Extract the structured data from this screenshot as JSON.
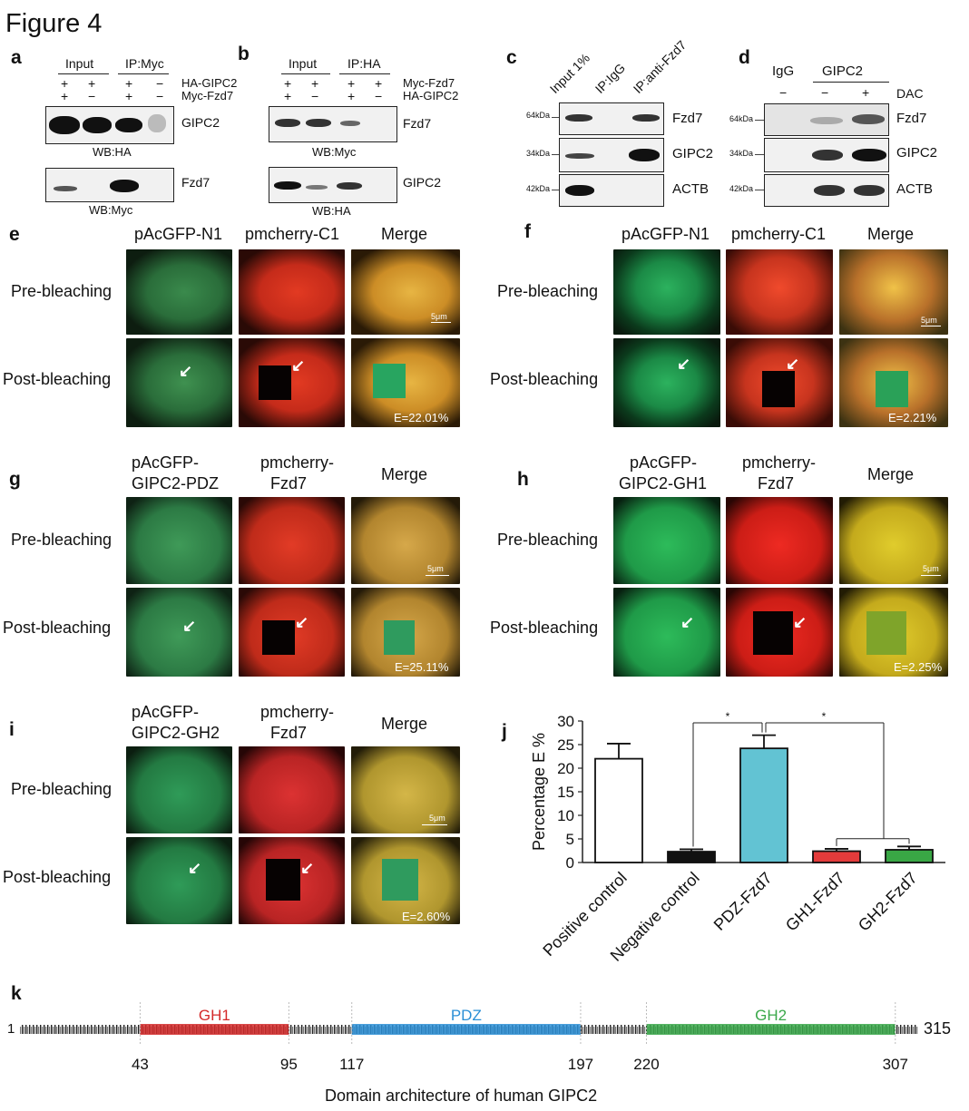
{
  "figure_title": "Figure 4",
  "panels": {
    "a": {
      "label": "a",
      "col_headers": [
        "Input",
        "IP:Myc"
      ],
      "rows": [
        {
          "name": "HA-GIPC2",
          "signs": [
            "+",
            "+",
            "+",
            "−"
          ]
        },
        {
          "name": "Myc-Fzd7",
          "signs": [
            "+",
            "−",
            "+",
            "−"
          ]
        }
      ],
      "blot1_label": "GIPC2",
      "blot1_wb": "WB:HA",
      "blot2_label": "Fzd7",
      "blot2_wb": "WB:Myc"
    },
    "b": {
      "label": "b",
      "col_headers": [
        "Input",
        "IP:HA"
      ],
      "rows": [
        {
          "name": "Myc-Fzd7",
          "signs": [
            "+",
            "+",
            "+",
            "+"
          ]
        },
        {
          "name": "HA-GIPC2",
          "signs": [
            "+",
            "−",
            "+",
            "−"
          ]
        }
      ],
      "blot1_label": "Fzd7",
      "blot1_wb": "WB:Myc",
      "blot2_label": "GIPC2",
      "blot2_wb": "WB:HA"
    },
    "c": {
      "label": "c",
      "lanes": [
        "Input 1%",
        "IP:IgG",
        "IP:anti-Fzd7"
      ],
      "markers": [
        "64kDa",
        "34kDa",
        "42kDa"
      ],
      "bands": [
        "Fzd7",
        "GIPC2",
        "ACTB"
      ]
    },
    "d": {
      "label": "d",
      "headers": [
        "IgG",
        "GIPC2"
      ],
      "dac_label": "DAC",
      "dac_signs": [
        "−",
        "−",
        "+"
      ],
      "markers": [
        "64kDa",
        "34kDa",
        "42kDa"
      ],
      "bands": [
        "Fzd7",
        "GIPC2",
        "ACTB"
      ]
    },
    "e": {
      "label": "e",
      "cols": [
        "pAcGFP-N1",
        "pmcherry-C1",
        "Merge"
      ],
      "rows": [
        "Pre-bleaching",
        "Post-bleaching"
      ],
      "scale": "5μm",
      "efficiency": "E=22.01%"
    },
    "f": {
      "label": "f",
      "cols": [
        "pAcGFP-N1",
        "pmcherry-C1",
        "Merge"
      ],
      "rows": [
        "Pre-bleaching",
        "Post-bleaching"
      ],
      "scale": "5μm",
      "efficiency": "E=2.21%"
    },
    "g": {
      "label": "g",
      "cols": [
        "pAcGFP-",
        "pmcherry-",
        "Merge"
      ],
      "cols2": [
        "GIPC2-PDZ",
        "Fzd7",
        ""
      ],
      "rows": [
        "Pre-bleaching",
        "Post-bleaching"
      ],
      "scale": "5μm",
      "efficiency": "E=25.11%"
    },
    "h": {
      "label": "h",
      "cols": [
        "pAcGFP-",
        "pmcherry-",
        "Merge"
      ],
      "cols2": [
        "GIPC2-GH1",
        "Fzd7",
        ""
      ],
      "rows": [
        "Pre-bleaching",
        "Post-bleaching"
      ],
      "scale": "5μm",
      "efficiency": "E=2.25%"
    },
    "i": {
      "label": "i",
      "cols": [
        "pAcGFP-",
        "pmcherry-",
        "Merge"
      ],
      "cols2": [
        "GIPC2-GH2",
        "Fzd7",
        ""
      ],
      "rows": [
        "Pre-bleaching",
        "Post-bleaching"
      ],
      "scale": "5μm",
      "efficiency": "E=2.60%"
    },
    "j": {
      "label": "j",
      "significance": "*"
    },
    "k": {
      "label": "k",
      "start": "1",
      "end": "315",
      "domains": [
        {
          "name": "GH1",
          "start": 43,
          "end": 95,
          "color": "#d42a2a"
        },
        {
          "name": "PDZ",
          "start": 117,
          "end": 197,
          "color": "#2b8fd6"
        },
        {
          "name": "GH2",
          "start": 220,
          "end": 307,
          "color": "#3aa84a"
        }
      ],
      "positions": [
        "43",
        "95",
        "117",
        "197",
        "220",
        "307"
      ],
      "caption": "Domain architecture of human GIPC2"
    }
  },
  "chart_data": {
    "type": "bar",
    "categories": [
      "Positive control",
      "Negative control",
      "PDZ-Fzd7",
      "GH1-Fzd7",
      "GH2-Fzd7"
    ],
    "values": [
      22,
      2.3,
      24.2,
      2.4,
      2.7
    ],
    "errors": [
      3.2,
      0.5,
      2.8,
      0.5,
      0.7
    ],
    "colors": [
      "#ffffff",
      "#111111",
      "#62c3d3",
      "#e33b3b",
      "#39a745"
    ],
    "ylabel": "Percentage E %",
    "ylim": [
      0,
      30
    ],
    "yticks": [
      "0",
      "5",
      "10",
      "15",
      "20",
      "25",
      "30"
    ],
    "grid": false
  }
}
